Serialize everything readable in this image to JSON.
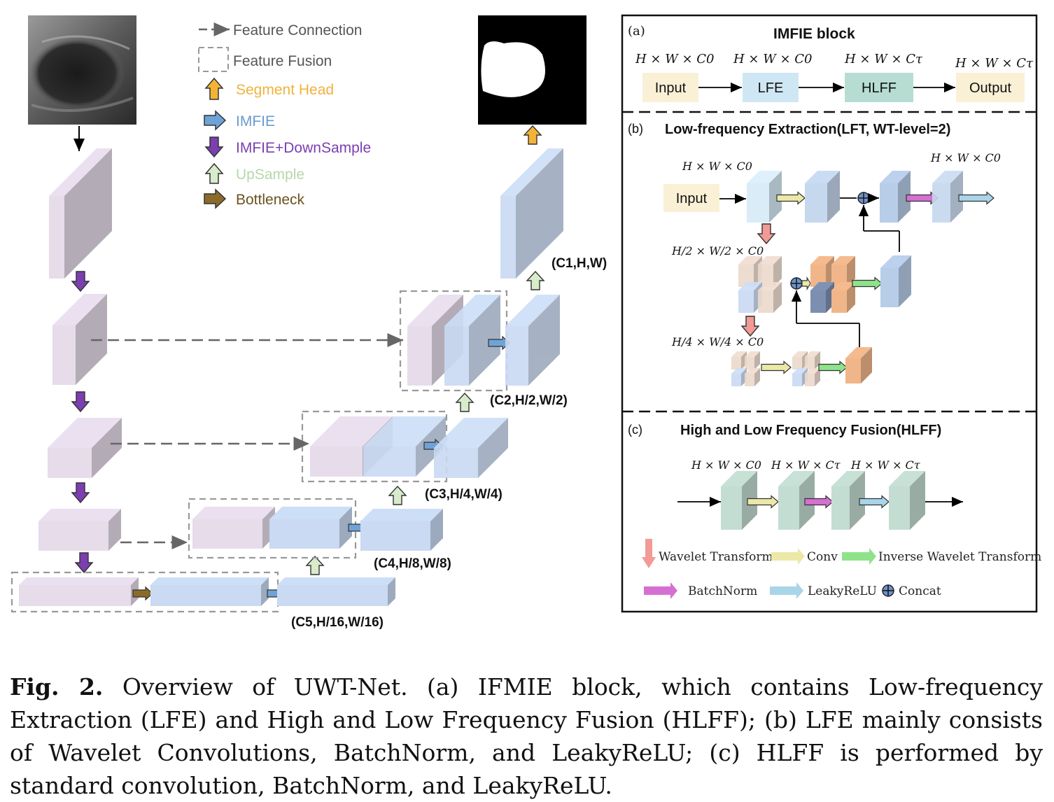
{
  "legend": {
    "feature_connection": "Feature Connection",
    "feature_fusion": "Feature Fusion",
    "segment_head": "Segment Head",
    "imfie": "IMFIE",
    "imfie_downsample": "IMFIE+DownSample",
    "upsample": "UpSample",
    "bottleneck": "Bottleneck"
  },
  "stage_labels": {
    "c1": "(C1,H,W)",
    "c2": "(C2,H/2,W/2)",
    "c3": "(C3,H/4,W/4)",
    "c4": "(C4,H/8,W/8)",
    "c5": "(C5,H/16,W/16)"
  },
  "panel_a": {
    "tag": "(a)",
    "title": "IMFIE block",
    "dims": [
      "H × W × C0",
      "H × W × C0",
      "H × W × Cτ",
      "H × W × Cτ"
    ],
    "boxes": [
      "Input",
      "LFE",
      "HLFF",
      "Output"
    ]
  },
  "panel_b": {
    "tag": "(b)",
    "title": "Low-frequency Extraction(LFT, WT-level=2)",
    "input": "Input",
    "dim_top_left": "H × W × C0",
    "dim_top_right": "H × W × C0",
    "dim_half": "H/2 × W/2 × C0",
    "dim_quarter": "H/4 × W/4 × C0"
  },
  "panel_c": {
    "tag": "(c)",
    "title": "High and Low Frequency Fusion(HLFF)",
    "dims": [
      "H × W × C0",
      "H × W × Cτ",
      "H × W × Cτ"
    ],
    "legend": {
      "wavelet": "Wavelet Transform",
      "conv": "Conv",
      "inverse": "Inverse Wavelet Transform",
      "batchnorm": "BatchNorm",
      "leaky": "LeakyReLU",
      "concat": "Concat"
    }
  },
  "colors": {
    "purple_block": "#e6dcea",
    "blue_block": "#c9daf2",
    "segment_head": "#f5b335",
    "imfie_arrow": "#6fa3d8",
    "downsample_arrow": "#7b3fb0",
    "upsample_arrow": "#d8ebcb",
    "bottleneck_arrow": "#8b6b2a",
    "wavelet": "#f29a96",
    "conv": "#ece8a8",
    "inverse": "#8ee38a",
    "batchnorm": "#d66fd2",
    "leaky": "#a9d5e8"
  },
  "caption": {
    "label": "Fig. 2.",
    "text": "Overview of UWT-Net. (a) IFMIE block, which contains Low-frequency Extraction (LFE) and High and Low Frequency Fusion (HLFF); (b) LFE mainly consists of Wavelet Convolutions, BatchNorm, and LeakyReLU; (c) HLFF is performed by standard convolution, BatchNorm, and LeakyReLU."
  }
}
